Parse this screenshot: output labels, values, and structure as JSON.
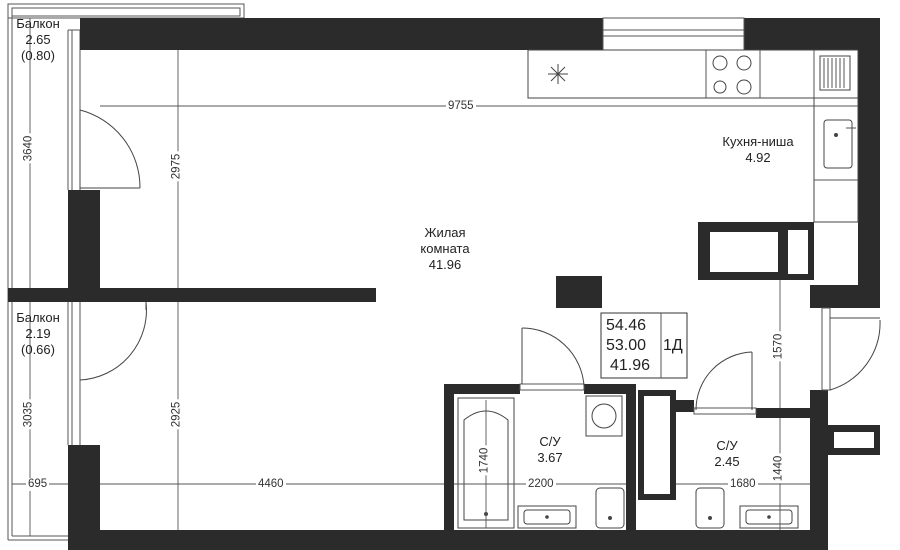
{
  "rooms": {
    "balcony_top": {
      "name": "Балкон",
      "area": "2.65",
      "sub": "(0.80)"
    },
    "balcony_bottom": {
      "name": "Балкон",
      "area": "2.19",
      "sub": "(0.66)"
    },
    "living": {
      "name_line1": "Жилая",
      "name_line2": "комната",
      "area": "41.96"
    },
    "kitchen": {
      "name": "Кухня-ниша",
      "area": "4.92"
    },
    "bath1": {
      "name": "С/У",
      "area": "3.67"
    },
    "bath2": {
      "name": "С/У",
      "area": "2.45"
    }
  },
  "summary": {
    "total": "54.46",
    "without_balcony": "53.00",
    "living": "41.96",
    "type": "1Д"
  },
  "dimensions": {
    "width_top": "9755",
    "living_height_top": "2975",
    "living_height_bottom": "2925",
    "balcony_top_height": "3640",
    "balcony_bottom_height": "3035",
    "balcony_width": "695",
    "living_width_bottom": "4460",
    "bath1_width": "2200",
    "bath1_tub": "1740",
    "bath2_width": "1680",
    "bath2_height": "1440",
    "corridor_height": "1570"
  },
  "colors": {
    "wall": "#2b2b2b",
    "line": "#555555"
  }
}
